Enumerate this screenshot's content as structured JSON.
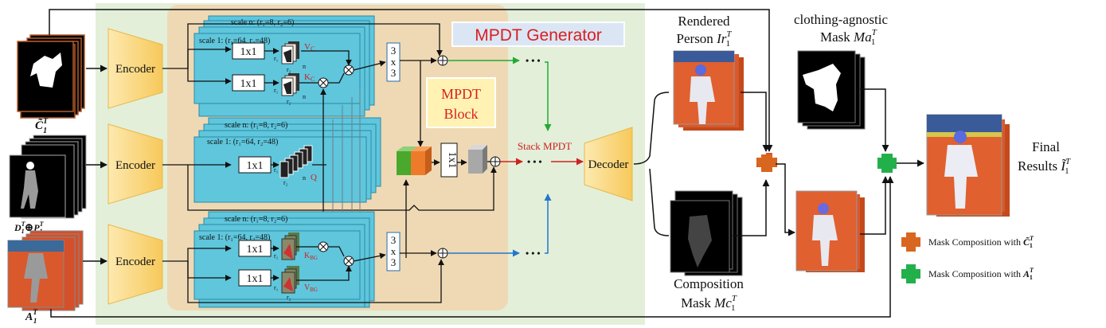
{
  "colors": {
    "green_bg": "#e3efd9",
    "tan_bg": "#efd9b4",
    "cyan_block": "#5fc6dc",
    "encoder_fill": "#f9d77a",
    "generator_title_bg": "#dbe6f5",
    "mpdt_block_bg": "#fff2b3",
    "orange_plus": "#d9661f",
    "green_plus": "#22b04b",
    "arrow_green": "#22aa33",
    "arrow_blue": "#2277cc",
    "arrow_red": "#cc2222"
  },
  "inputs": {
    "c": "C̃",
    "c_sup": "T",
    "c_sub": "1",
    "dp_d": "D",
    "dp_p": "P",
    "dp_sup": "T",
    "dp_sub": "1",
    "dp_plus": "⊕",
    "a": "A",
    "a_sup": "T",
    "a_sub": "1"
  },
  "encoders": {
    "top": "Encoder",
    "middle": "Encoder",
    "bottom": "Encoder"
  },
  "generator": {
    "title": "MPDT Generator",
    "block_line1": "MPDT",
    "block_line2": "Block",
    "decoder": "Decoder",
    "stack_label": "Stack MPDT",
    "conv_1x1": "1x1",
    "conv_3x3_a": "3",
    "conv_3x3_b": "x",
    "conv_3x3_c": "3",
    "ellipsis": "• • •"
  },
  "scales": {
    "top_n": "scale n: (r₁=8, r₂=6)",
    "top_1": "scale 1: (r₁=64, r₂=48)",
    "mid_n": "scale n: (r₁=8, r₂=6)",
    "mid_1": "scale 1: (r₁=64, r₂=48)",
    "bot_n": "scale n: (r₁=8, r₂=6)",
    "bot_1": "scale 1: (r₁=64, r₂=48)"
  },
  "patch_labels": {
    "vc": "V",
    "vc_sub": "C",
    "kc": "K",
    "kc_sub": "C",
    "q": "Q",
    "kbg": "K",
    "kbg_sub": "BG",
    "vbg": "V",
    "vbg_sub": "BG",
    "r1": "r₁",
    "r2": "r₂",
    "n": "n"
  },
  "outputs": {
    "rendered_line1": "Rendered",
    "rendered_line2": "Person",
    "rendered_sym": "Ir",
    "rendered_sup": "T",
    "rendered_sub": "1",
    "agnostic_line1": "clothing-agnostic",
    "agnostic_line2": "Mask",
    "agnostic_sym": "Ma",
    "agnostic_sup": "T",
    "agnostic_sub": "1",
    "composition_line1": "Composition",
    "composition_line2": "Mask",
    "composition_sym": "Mc",
    "composition_sup": "T",
    "composition_sub": "1",
    "final_line1": "Final",
    "final_line2": "Results",
    "final_sym": "Ĩ",
    "final_sup": "T",
    "final_sub": "1"
  },
  "legend": {
    "orange_text": "Mask Composition with",
    "orange_sym": "C̃",
    "green_text": "Mask Composition with",
    "green_sym": "A",
    "sup": "T",
    "sub": "1"
  }
}
